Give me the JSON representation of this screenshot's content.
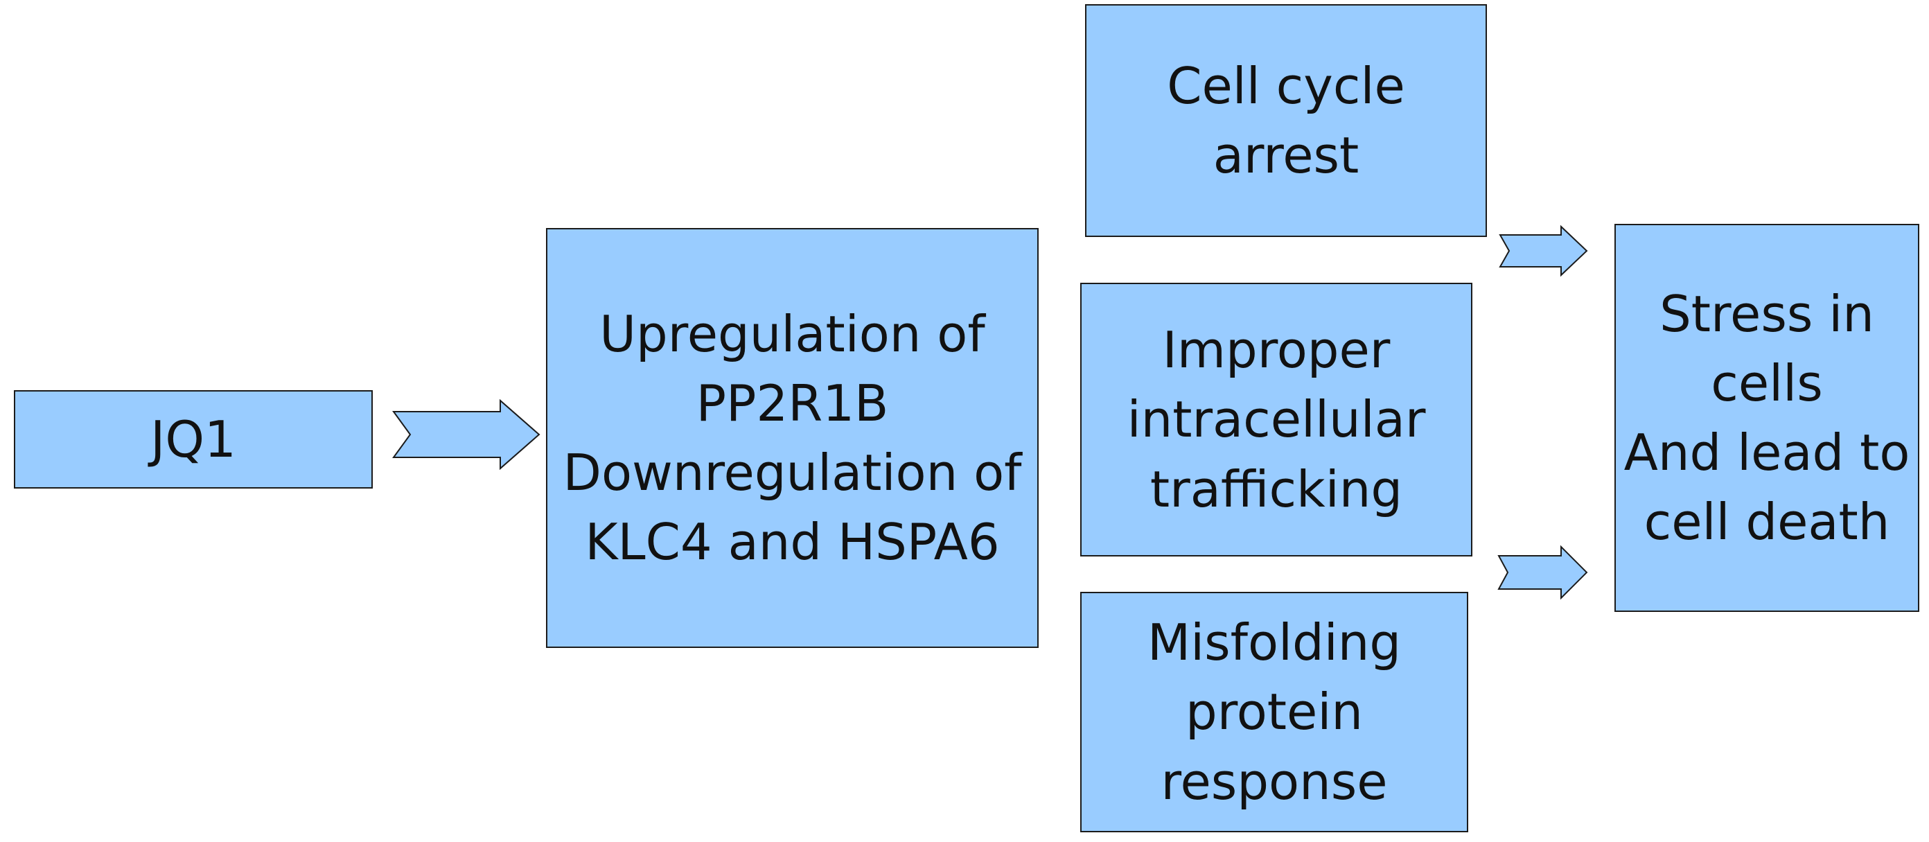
{
  "diagram": {
    "nodes": {
      "jq1": {
        "lines": [
          "JQ1"
        ]
      },
      "regulation": {
        "lines": [
          "Upregulation of",
          "PP2R1B",
          "Downregulation of",
          "KLC4 and HSPA6"
        ]
      },
      "cell_cycle": {
        "lines": [
          "Cell cycle",
          "arrest"
        ]
      },
      "trafficking": {
        "lines": [
          "Improper",
          "intracellular",
          "trafficking"
        ]
      },
      "misfolding": {
        "lines": [
          "Misfolding",
          "protein",
          "response"
        ]
      },
      "stress": {
        "lines": [
          "Stress in",
          "cells",
          "And lead to",
          "cell death"
        ]
      }
    },
    "edges": [
      {
        "from": "jq1",
        "to": "regulation"
      },
      {
        "from": "cell_cycle",
        "to": "stress"
      },
      {
        "from": "misfolding",
        "to": "stress"
      }
    ],
    "colors": {
      "box_fill": "#99ccff",
      "border": "#1b1b1b",
      "text": "#111111",
      "background": "#ffffff"
    }
  }
}
